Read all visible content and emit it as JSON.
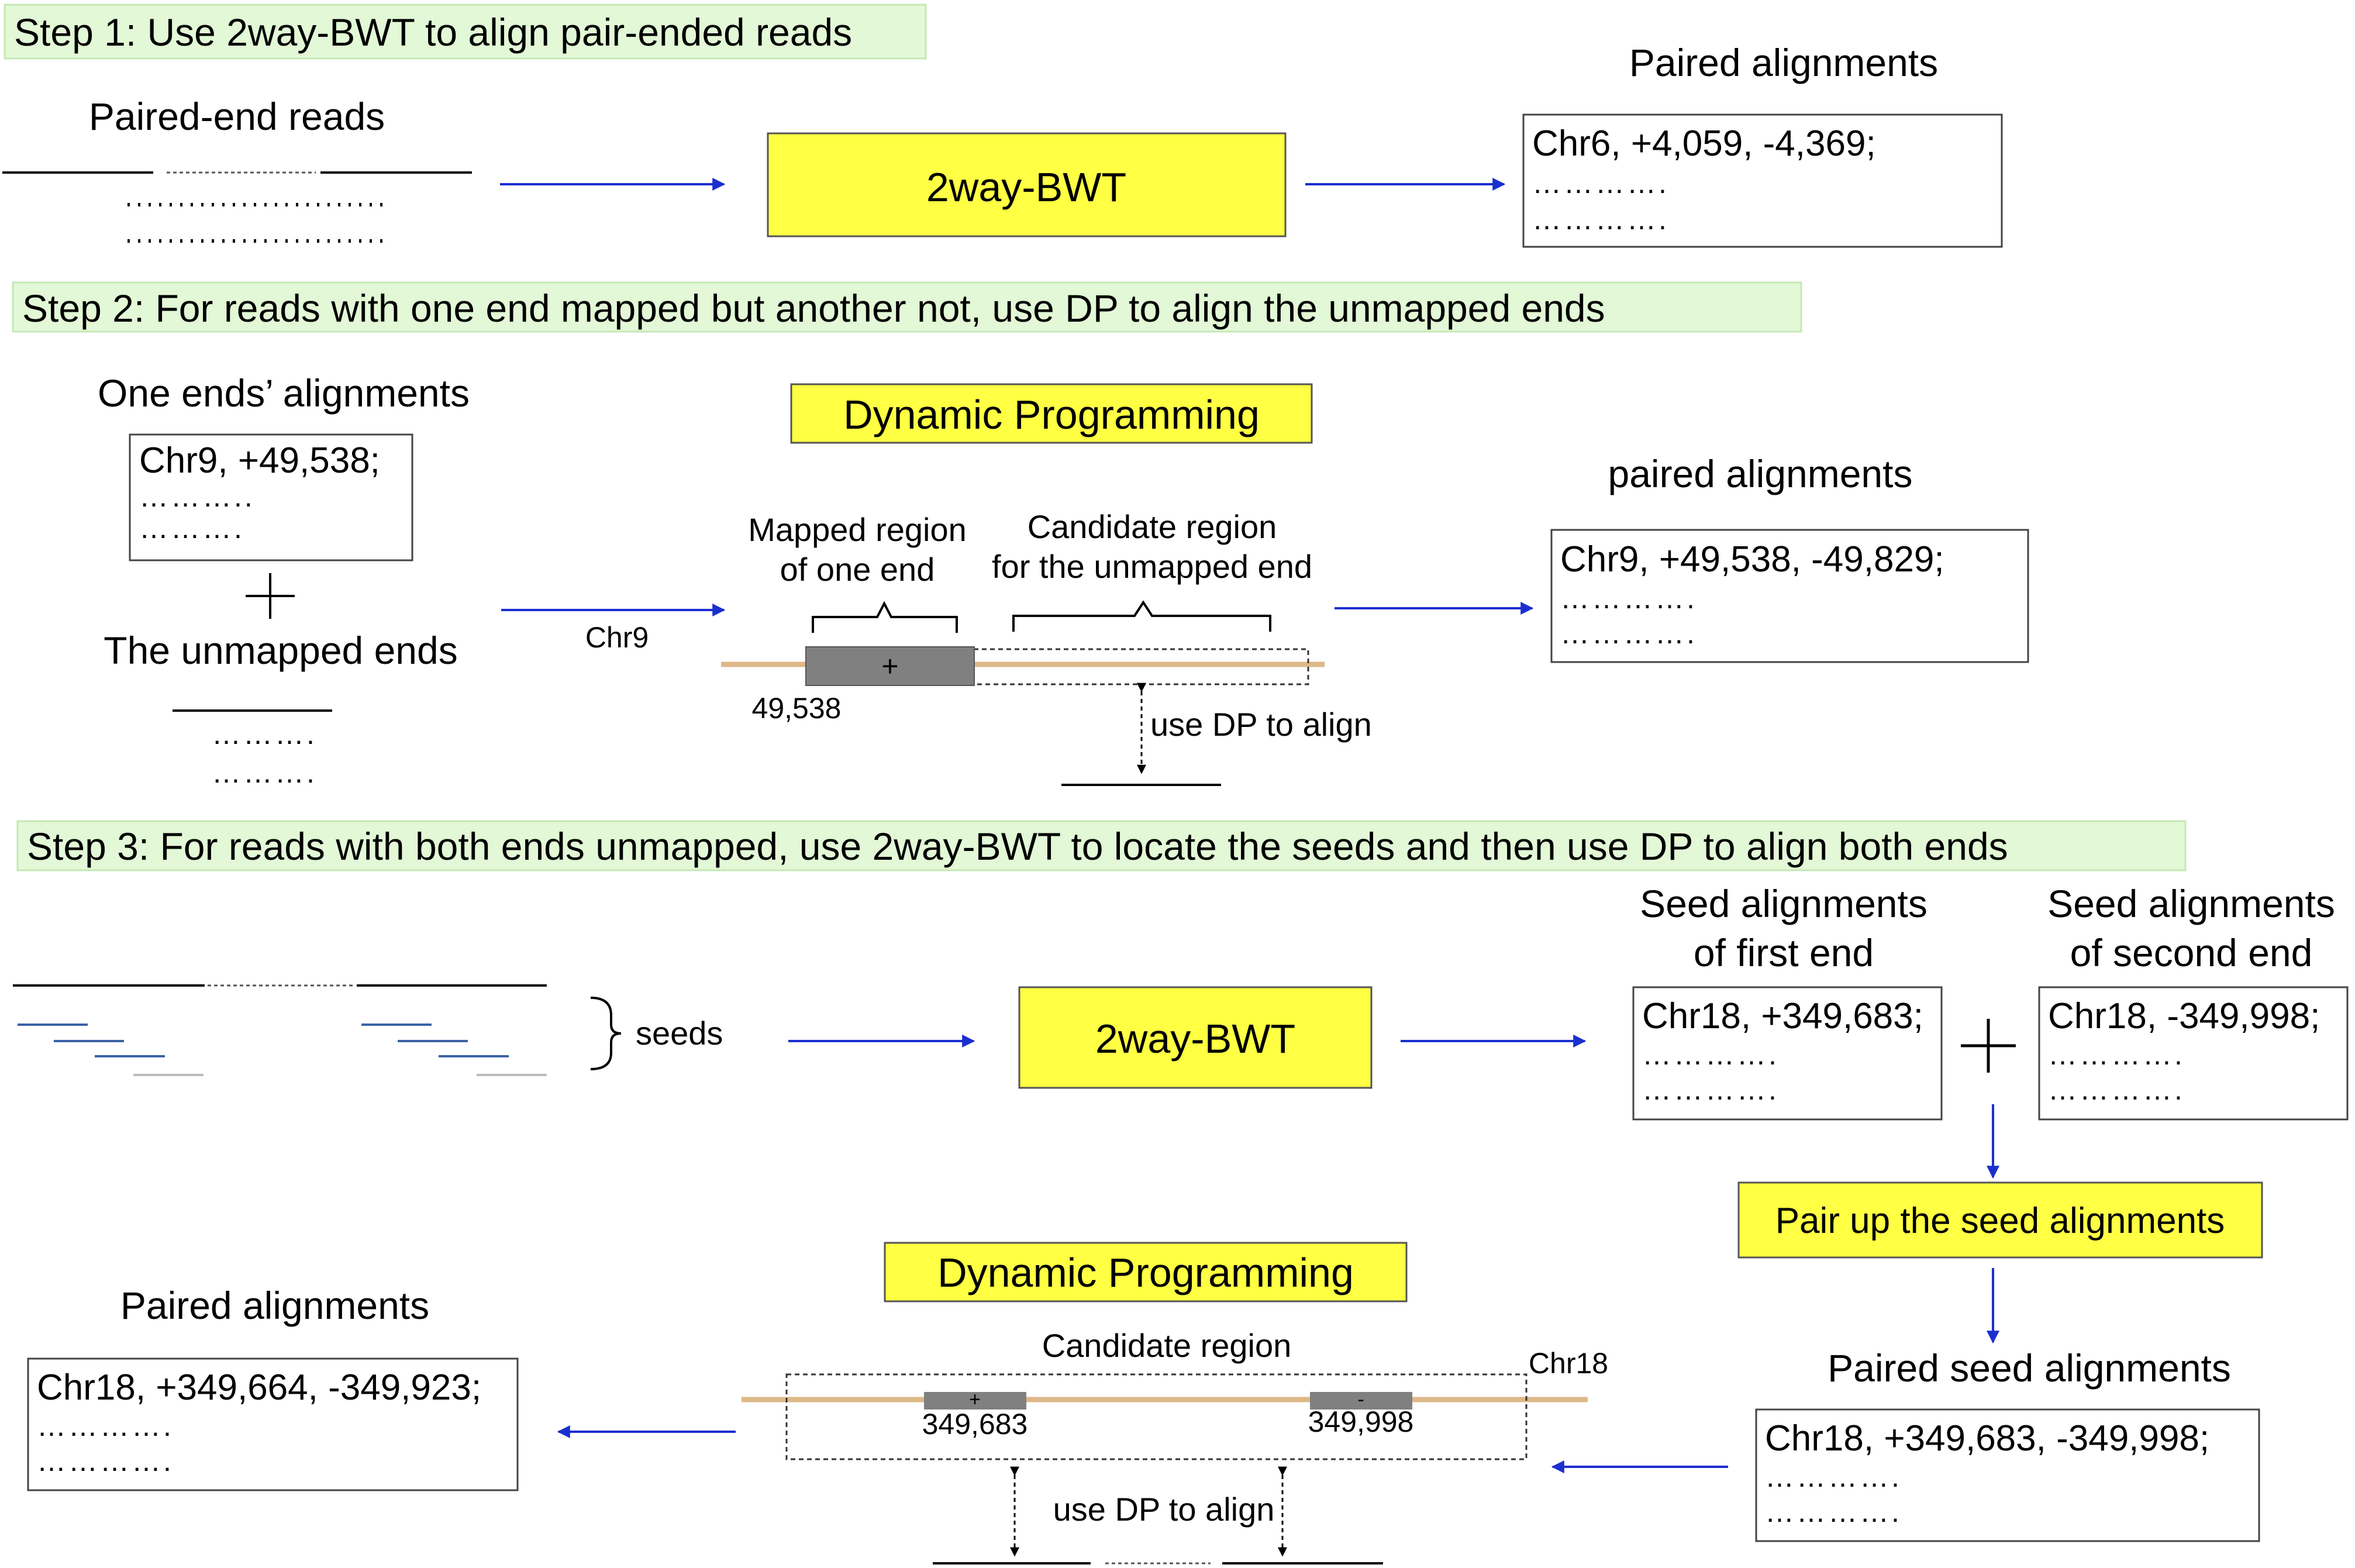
{
  "colors": {
    "step_band": "#e2f8d6",
    "yellow_box": "#ffff44",
    "arrow": "#1b2fcf",
    "chromosome": "#deb887",
    "mapped_region": "#808080",
    "seed_line": "#3b63a8"
  },
  "step1": {
    "title": "Step 1: Use 2way-BWT to align pair-ended reads",
    "reads_label": "Paired-end reads",
    "bwt_label": "2way-BWT",
    "output_label": "Paired alignments",
    "output_line1": "Chr6, +4,059, -4,369;",
    "output_line2": "………….",
    "output_line3": "…………."
  },
  "step2": {
    "title": "Step 2: For reads with one end mapped but another not, use DP to align the unmapped ends",
    "one_ends_label": "One ends’ alignments",
    "one_ends_line1": "Chr9, +49,538;",
    "one_ends_line2": "………..",
    "one_ends_line3": "……….",
    "plus_symbol": "+",
    "unmapped_label": "The unmapped ends",
    "unmapped_dots1": "……….",
    "unmapped_dots2": "……….",
    "arrow_label": "Chr9",
    "dp_label": "Dynamic Programming",
    "mapped_region_line1": "Mapped region",
    "mapped_region_line2": "of one end",
    "candidate_line1": "Candidate region",
    "candidate_line2": "for the unmapped end",
    "strand_label": "+",
    "position_label": "49,538",
    "use_dp_label": "use DP to align",
    "output_label": "paired alignments",
    "output_line1": "Chr9, +49,538, -49,829;",
    "output_line2": "………….",
    "output_line3": "…………."
  },
  "step3": {
    "title": "Step 3: For reads with both ends unmapped, use 2way-BWT to locate the seeds and then use DP to align both ends",
    "seeds_label": "seeds",
    "bwt_label": "2way-BWT",
    "first_end_line1": "Seed alignments",
    "first_end_line2": "of first end",
    "first_end_box_line1": "Chr18, +349,683;",
    "first_end_box_line2": "………….",
    "first_end_box_line3": "………….",
    "plus_symbol": "+",
    "second_end_line1": "Seed alignments",
    "second_end_line2": "of second end",
    "second_end_box_line1": "Chr18, -349,998;",
    "second_end_box_line2": "………….",
    "second_end_box_line3": "………….",
    "pair_up_label": "Pair up the seed alignments",
    "paired_seed_label": "Paired seed alignments",
    "paired_seed_line1": "Chr18, +349,683, -349,998;",
    "paired_seed_line2": "………….",
    "paired_seed_line3": "………….",
    "dp_label": "Dynamic Programming",
    "candidate_label": "Candidate region",
    "chr_label": "Chr18",
    "plus_strand": "+",
    "plus_position": "349,683",
    "minus_strand": "-",
    "minus_position": "349,998",
    "use_dp_label": "use DP to align",
    "output_label": "Paired alignments",
    "output_line1": "Chr18, +349,664, -349,923;",
    "output_line2": "………….",
    "output_line3": "…………."
  }
}
